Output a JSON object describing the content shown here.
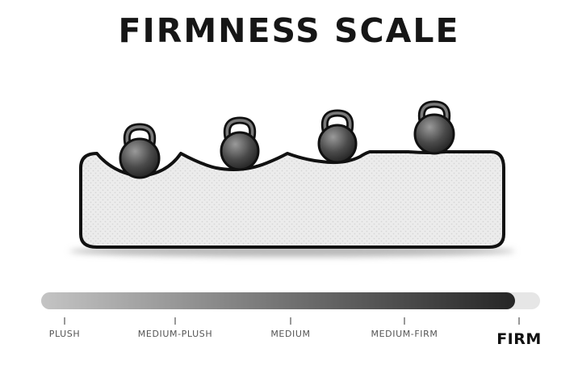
{
  "title": "FIRMNESS SCALE",
  "scale": {
    "labels": [
      "PLUSH",
      "MEDIUM-PLUSH",
      "MEDIUM",
      "MEDIUM-FIRM",
      "FIRM"
    ],
    "selected_label": "FIRM",
    "selected_fraction": 0.95
  },
  "colors": {
    "gradient_start": "#c4c4c4",
    "gradient_end": "#262626",
    "track_remainder": "#e6e6e6",
    "outline": "#111111"
  },
  "icons": {
    "weights": "kettlebell-icon",
    "mattress": "mattress-illustration"
  }
}
